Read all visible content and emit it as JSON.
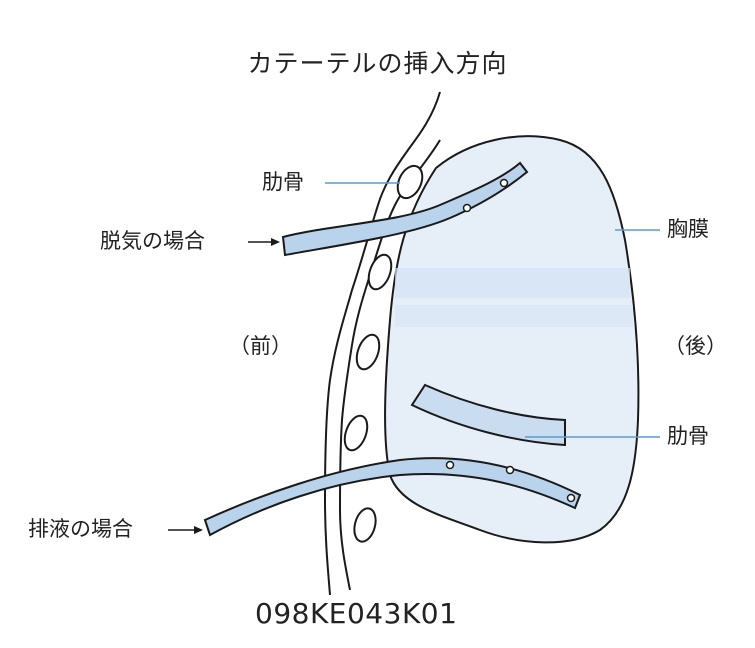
{
  "title": "カテーテルの挿入方向",
  "labels": {
    "rib_top": "肋骨",
    "deaeration": "脱気の場合",
    "pleura": "胸膜",
    "front": "（前）",
    "back": "（後）",
    "rib_right": "肋骨",
    "drainage": "排液の場合"
  },
  "figure_code": "098KE043K01",
  "colors": {
    "tube_fill": "#b9d3ec",
    "pleura_fill": "#e6eef8",
    "band_fill": "#d3e2f3",
    "outline": "#1a1a1a",
    "leader_line": "#5a9bd0"
  }
}
